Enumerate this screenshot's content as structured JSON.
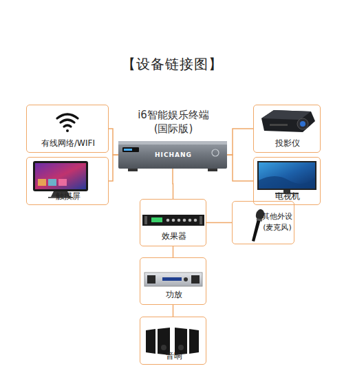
{
  "diagram": {
    "title": "【设备链接图】",
    "nodes": [
      {
        "text": [
          "i6智能娱乐终端 (国际版)"
        ]
      },
      {
        "text": [
          "有线网络/WIFI"
        ]
      },
      {
        "text": [
          "投影仪"
        ]
      },
      {
        "text": [
          "触摸屏"
        ]
      },
      {
        "text": [
          "电视机"
        ]
      },
      {
        "text": [
          "效果器"
        ]
      },
      {
        "text": [
          "其他外设 (麦克风)"
        ]
      },
      {
        "text": [
          "功放"
        ]
      },
      {
        "text": [
          "音响"
        ]
      }
    ],
    "edges": [
      {
        "from": 1,
        "to": 0,
        "arrow": "none"
      },
      {
        "from": 3,
        "to": 0,
        "arrow": "none"
      },
      {
        "from": 0,
        "to": 2,
        "arrow": "none"
      },
      {
        "from": 0,
        "to": 4,
        "arrow": "none"
      },
      {
        "from": 0,
        "to": 5,
        "arrow": "none"
      },
      {
        "from": 5,
        "to": 6,
        "arrow": "none"
      },
      {
        "from": 5,
        "to": 7,
        "arrow": "none"
      },
      {
        "from": 7,
        "to": 8,
        "arrow": "none"
      }
    ],
    "labels": [
      "HICHANG"
    ]
  }
}
